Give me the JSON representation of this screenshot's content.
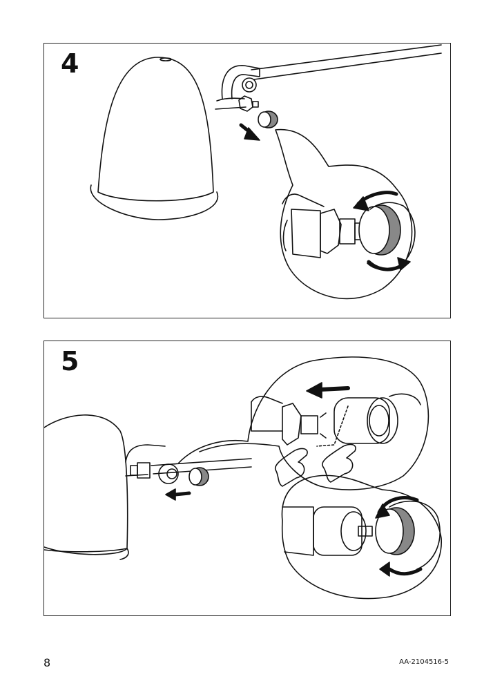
{
  "steps": [
    {
      "number": "4"
    },
    {
      "number": "5"
    }
  ],
  "footer": {
    "page_number": "8",
    "document_code": "AA-2104516-5"
  }
}
